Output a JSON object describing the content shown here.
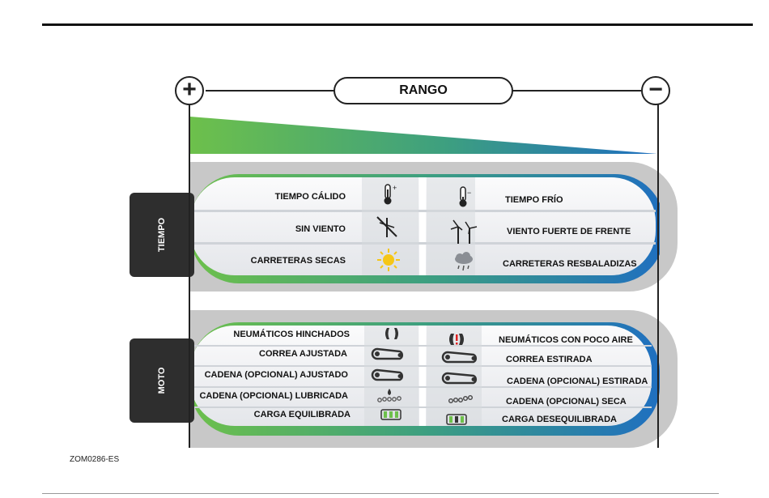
{
  "header": {
    "title": "RANGO",
    "plus_symbol": "+",
    "minus_symbol": "−"
  },
  "colors": {
    "green": "#6dc04b",
    "blue": "#1f6fc0",
    "panel_gray": "#c8c8c8",
    "tab_dark": "#2e2e2e"
  },
  "tiempo": {
    "label": "TIEMPO",
    "left": [
      "TIEMPO CÁLIDO",
      "SIN VIENTO",
      "CARRETERAS SECAS"
    ],
    "right": [
      "TIEMPO FRÍO",
      "VIENTO FUERTE DE FRENTE",
      "CARRETERAS RESBALADIZAS"
    ],
    "left_icons": [
      "thermometer-warm-icon",
      "no-wind-icon",
      "sun-icon"
    ],
    "right_icons": [
      "thermometer-cold-icon",
      "wind-turbine-icon",
      "rain-cloud-icon"
    ]
  },
  "moto": {
    "label": "MOTO",
    "left": [
      "NEUMÁTICOS HINCHADOS",
      "CORREA AJUSTADA",
      "CADENA (OPCIONAL) AJUSTADO",
      "CADENA (OPCIONAL) LUBRICADA",
      "CARGA EQUILIBRADA"
    ],
    "right": [
      "NEUMÁTICOS CON POCO AIRE",
      "CORREA ESTIRADA",
      "CADENA (OPCIONAL) ESTIRADA",
      "CADENA (OPCIONAL) SECA",
      "CARGA DESEQUILIBRADA"
    ],
    "left_icons": [
      "tire-icon",
      "belt-icon",
      "chain-icon",
      "oil-drop-chain-icon",
      "balanced-load-icon"
    ],
    "right_icons": [
      "tire-warning-icon",
      "belt-stretched-icon",
      "chain-stretched-icon",
      "dry-chain-icon",
      "unbalanced-load-icon"
    ]
  },
  "figure_code": "ZOM0286-ES"
}
